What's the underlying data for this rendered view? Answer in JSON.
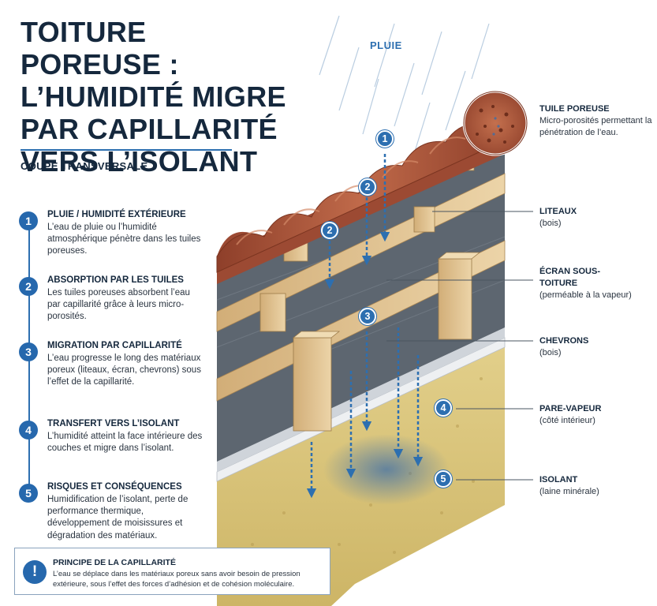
{
  "title": "TOITURE POREUSE : L’HUMIDITÉ MIGRE PAR CAPILLARITÉ VERS L’ISOLANT",
  "subtitle": "COUPE TRANSVERSALE",
  "rain_label": "PLUIE",
  "colors": {
    "accent": "#2d6fb0",
    "heading": "#15283d",
    "tile": "#a9583d",
    "wood": "#e3c79a",
    "insulation": "#d8c47a"
  },
  "steps": [
    {
      "num": "1",
      "title": "PLUIE / HUMIDITÉ EXTÉRIEURE",
      "text": "L’eau de pluie ou l’humidité atmosphérique pénètre dans les tuiles poreuses."
    },
    {
      "num": "2",
      "title": "ABSORPTION PAR LES TUILES",
      "text": "Les tuiles poreuses absorbent l’eau par capillarité grâce à leurs micro-porosités."
    },
    {
      "num": "3",
      "title": "MIGRATION PAR CAPILLARITÉ",
      "text": "L’eau progresse le long des matériaux poreux (liteaux, écran, chevrons) sous l’effet de la capillarité."
    },
    {
      "num": "4",
      "title": "TRANSFERT VERS L’ISOLANT",
      "text": "L’humidité atteint la face intérieure des couches et migre dans l’isolant."
    },
    {
      "num": "5",
      "title": "RISQUES ET CONSÉQUENCES",
      "text": "Humidification de l’isolant, perte de performance thermique, développement de moisissures et dégradation des matériaux."
    }
  ],
  "principle": {
    "icon": "!",
    "title": "PRINCIPE DE LA CAPILLARITÉ",
    "text": "L’eau se déplace dans les matériaux poreux sans avoir besoin de pression extérieure, sous l’effet des forces d’adhésion et de cohésion moléculaire."
  },
  "labels": {
    "tuile": {
      "title": "TUILE POREUSE",
      "text": "Micro-porosités permettant la pénétration de l’eau."
    },
    "liteaux": {
      "title": "LITEAUX",
      "text": "(bois)"
    },
    "ecran": {
      "title": "ÉCRAN SOUS-TOITURE",
      "text": "(perméable à la vapeur)"
    },
    "chevrons": {
      "title": "CHEVRONS",
      "text": "(bois)"
    },
    "parevapeur": {
      "title": "PARE-VAPEUR",
      "text": "(côté intérieur)"
    },
    "isolant": {
      "title": "ISOLANT",
      "text": "(laine minérale)"
    }
  },
  "callouts": [
    "1",
    "2",
    "2",
    "3",
    "4",
    "5"
  ]
}
